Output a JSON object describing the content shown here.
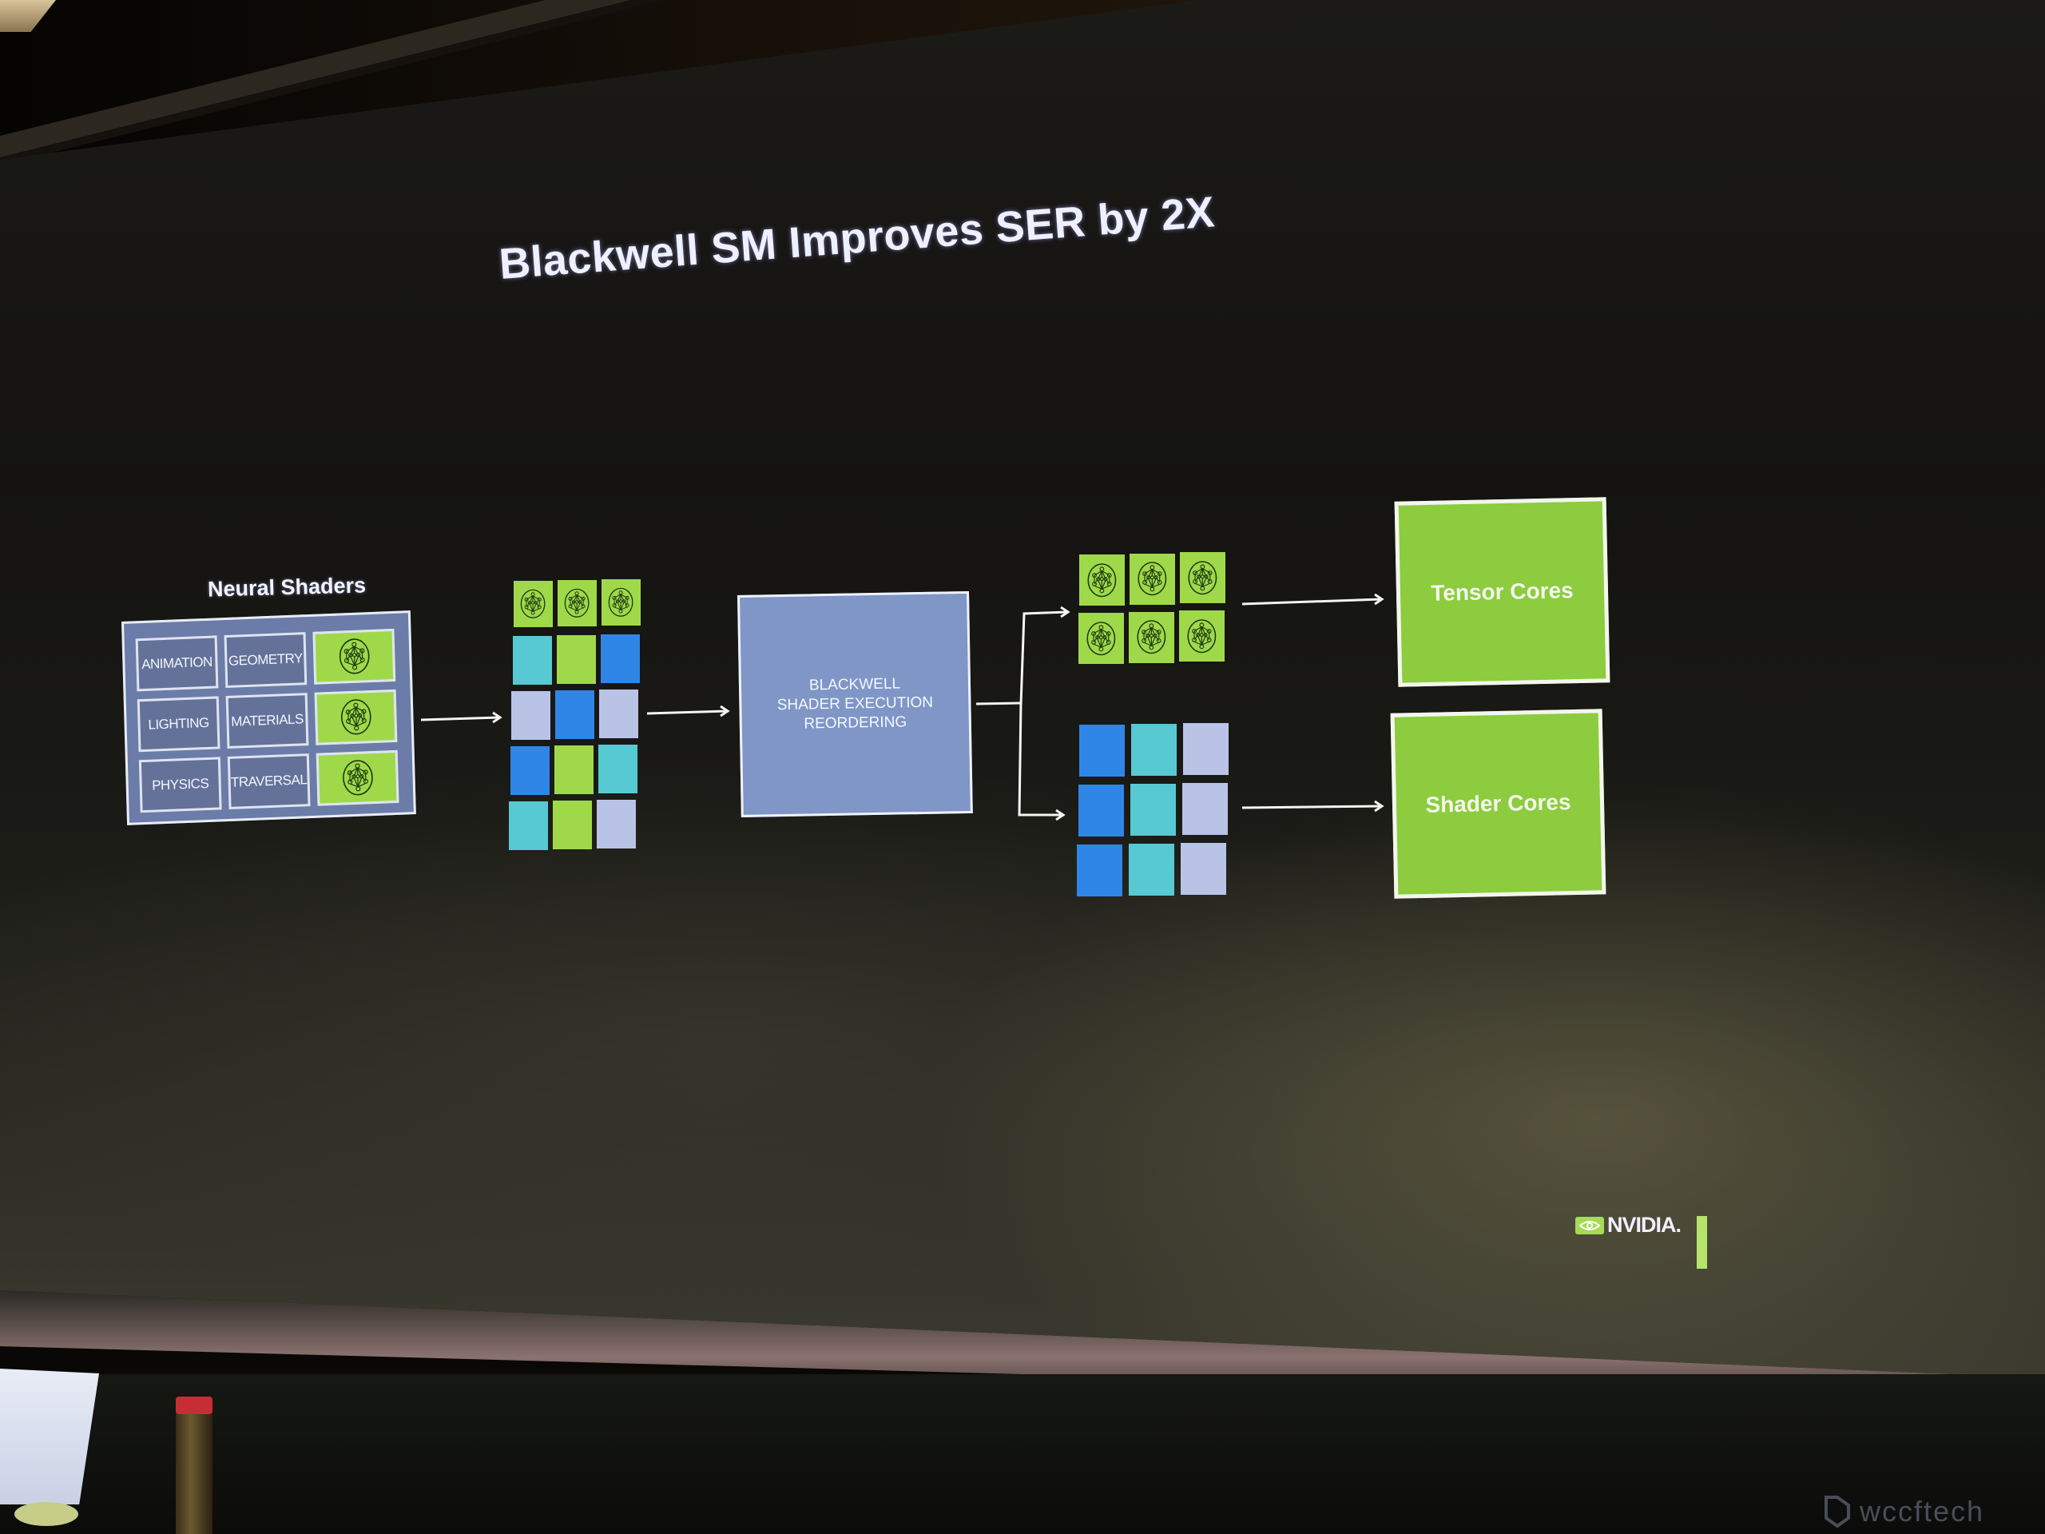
{
  "slide": {
    "title": "Blackwell SM Improves SER by 2X",
    "colors": {
      "nvidia_green": "#8ccc3e",
      "neural_tile": "#9fd94a",
      "cyan": "#56c9d2",
      "blue": "#2f86e6",
      "lavender": "#b9c3e6",
      "panel_slate": "#6b7ca8",
      "ser_box": "#7f96c6"
    },
    "neural_shaders": {
      "label": "Neural Shaders",
      "cells": [
        {
          "label": "ANIMATION",
          "type": "text"
        },
        {
          "label": "GEOMETRY",
          "type": "text"
        },
        {
          "label": "",
          "type": "neural",
          "icon": "neural-network-icon"
        },
        {
          "label": "LIGHTING",
          "type": "text"
        },
        {
          "label": "MATERIALS",
          "type": "text"
        },
        {
          "label": "",
          "type": "neural",
          "icon": "neural-network-icon"
        },
        {
          "label": "PHYSICS",
          "type": "text"
        },
        {
          "label": "TRAVERSAL",
          "type": "text"
        },
        {
          "label": "",
          "type": "neural",
          "icon": "neural-network-icon"
        }
      ]
    },
    "unsorted_work": {
      "rows": [
        [
          "neural",
          "neural",
          "neural"
        ],
        [
          "cyan",
          "green",
          "blue"
        ],
        [
          "lavender",
          "blue",
          "lavender"
        ],
        [
          "blue",
          "green",
          "cyan"
        ],
        [
          "cyan",
          "green",
          "lavender"
        ]
      ]
    },
    "ser_block": {
      "lines": [
        "BLACKWELL",
        "SHADER EXECUTION",
        "REORDERING"
      ]
    },
    "sorted_neural": {
      "rows": [
        [
          "neural",
          "neural",
          "neural"
        ],
        [
          "neural",
          "neural",
          "neural"
        ]
      ]
    },
    "sorted_shader": {
      "rows": [
        [
          "blue",
          "cyan",
          "lavender"
        ],
        [
          "blue",
          "cyan",
          "lavender"
        ],
        [
          "blue",
          "cyan",
          "lavender"
        ]
      ]
    },
    "targets": {
      "tensor_cores": "Tensor Cores",
      "shader_cores": "Shader Cores"
    },
    "brand": {
      "logo_text": "NVIDIA."
    }
  },
  "watermark": {
    "text": "wccftech"
  }
}
